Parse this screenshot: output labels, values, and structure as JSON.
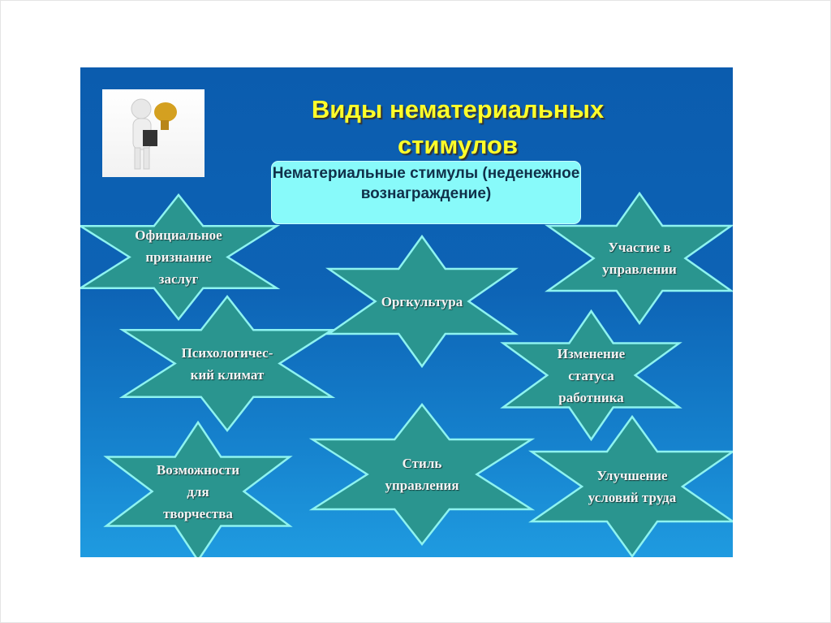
{
  "title": "Виды нематериальных стимулов",
  "center_box": {
    "text": "Нематериальные стимулы (неденежное вознаграждение)"
  },
  "colors": {
    "background": "#0d63b5",
    "star_fill": "#2a958f",
    "star_border": "#8ef3f0",
    "title": "#ffff2a",
    "box": "#88fafa"
  },
  "stars": [
    {
      "label": "Официальное\nпризнание\nзаслуг"
    },
    {
      "label": "Психологичес-\nкий климат"
    },
    {
      "label": "Возможности\nдля\nтворчества"
    },
    {
      "label": "Оргкультура"
    },
    {
      "label": "Стиль\nуправления"
    },
    {
      "label": "Участие в\nуправлении"
    },
    {
      "label": "Изменение\nстатуса\nработника"
    },
    {
      "label": "Улучшение\nусловий труда"
    }
  ]
}
